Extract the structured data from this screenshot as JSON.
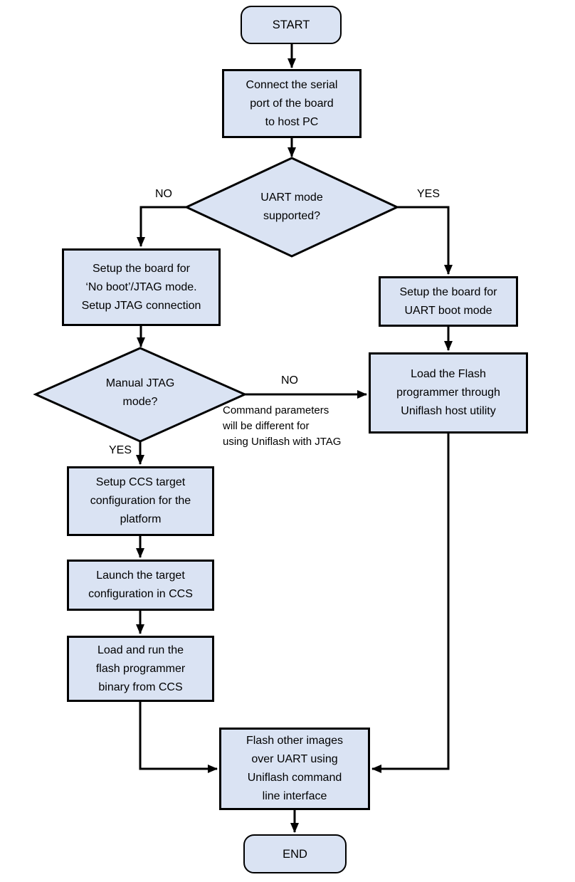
{
  "flowchart": {
    "colors": {
      "node_fill": "#dae3f3",
      "node_border": "#000000",
      "connector": "#000000",
      "background": "#ffffff",
      "text": "#000000"
    },
    "nodes": {
      "start": {
        "label": "START"
      },
      "connect_serial": {
        "label": "Connect the serial\nport of the board\nto host PC"
      },
      "uart_mode": {
        "label": "UART mode\nsupported?"
      },
      "setup_jtag": {
        "label": "Setup the board for\n‘No boot’/JTAG mode.\nSetup JTAG connection"
      },
      "manual_jtag": {
        "label": "Manual JTAG\nmode?"
      },
      "setup_ccs": {
        "label": "Setup CCS target\nconfiguration for the\nplatform"
      },
      "launch_target": {
        "label": "Launch the target\nconfiguration in CCS"
      },
      "load_run": {
        "label": "Load and run the\nflash programmer\nbinary from CCS"
      },
      "setup_uart": {
        "label": "Setup the board for\nUART boot mode"
      },
      "load_flash": {
        "label": "Load the Flash\nprogrammer through\nUniflash host utility"
      },
      "flash_other": {
        "label": "Flash other images\nover UART using\nUniflash command\nline interface"
      },
      "end": {
        "label": "END"
      }
    },
    "edge_labels": {
      "uart_no": "NO",
      "uart_yes": "YES",
      "jtag_no": "NO",
      "jtag_yes": "YES"
    },
    "annotation": "Command parameters\nwill be different for\nusing Uniflash with JTAG"
  }
}
